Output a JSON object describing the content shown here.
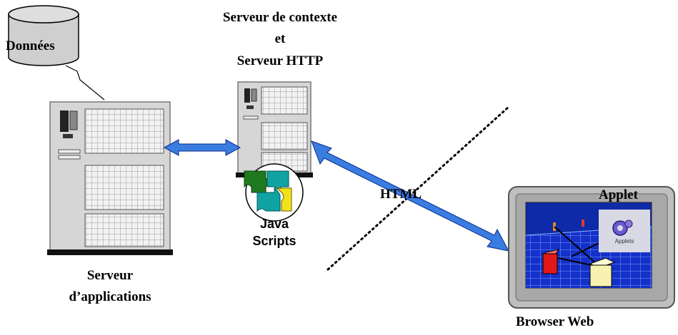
{
  "labels": {
    "donnees": "Données",
    "context_server_line1": "Serveur de contexte",
    "context_server_line2": "et",
    "context_server_line3": "Serveur HTTP",
    "app_server_line1": "Serveur",
    "app_server_line2": "d’applications",
    "java_line1": "Java",
    "java_line2": "Scripts",
    "html": "HTML",
    "applet": "Applet",
    "applet_icon_caption": "Applets",
    "browser": "Browser Web"
  },
  "colors": {
    "server_body": "#d9d9d9",
    "arrow": "#3a7de0",
    "screen_bg": "#1a3fd6",
    "bezel": "#bfbfbf",
    "puzzle_green": "#1f7a1f",
    "puzzle_teal": "#11a3a3",
    "puzzle_yellow": "#f2e21c",
    "cube_red": "#e01818",
    "cube_cream": "#f7f2b0"
  },
  "icons": [
    "database-icon",
    "server-icon",
    "puzzle-icon",
    "browser-window-icon",
    "applet-gear-icon"
  ]
}
